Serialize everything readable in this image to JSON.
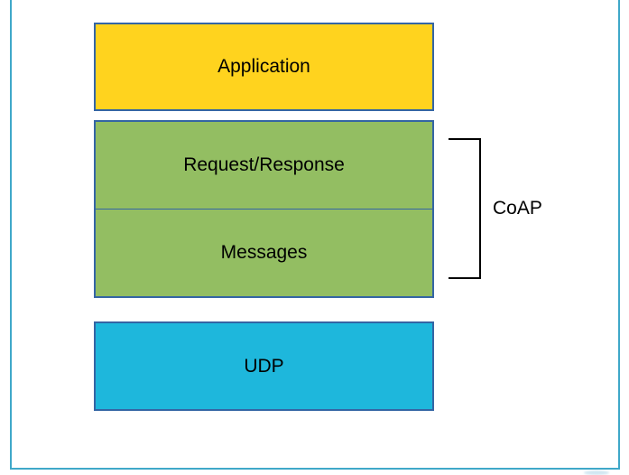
{
  "diagram": {
    "layers": {
      "application": {
        "label": "Application",
        "fill": "#ffd31e"
      },
      "coap": {
        "bracket_label": "CoAP",
        "fill": "#93be62",
        "sublayers": [
          {
            "label": "Request/Response"
          },
          {
            "label": "Messages"
          }
        ]
      },
      "udp": {
        "label": "UDP",
        "fill": "#1eb7dc"
      }
    },
    "colors": {
      "box_border": "#3465a4",
      "frame_border": "#3fa8c9",
      "bracket": "#000000",
      "text": "#000000"
    }
  }
}
